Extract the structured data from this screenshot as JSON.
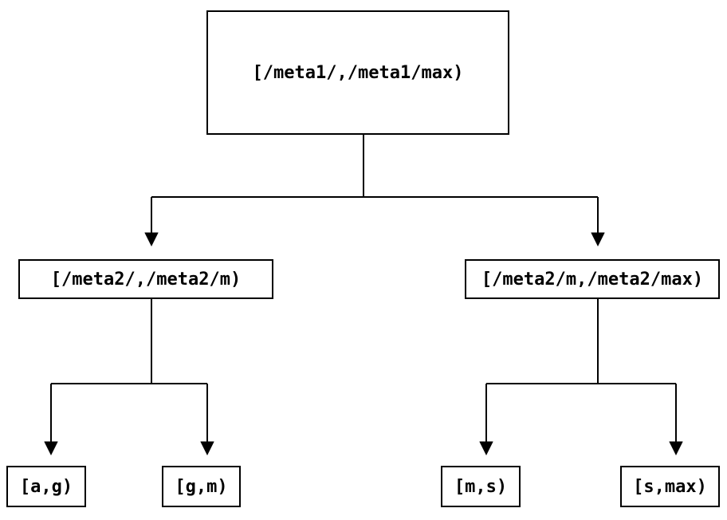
{
  "diagram": {
    "type": "tree",
    "colors": {
      "background": "#ffffff",
      "line": "#000000",
      "text": "#000000"
    },
    "nodes": {
      "root": {
        "label": "[/meta1/,/meta1/max)"
      },
      "meta2_low": {
        "label": "[/meta2/,/meta2/m)"
      },
      "meta2_high": {
        "label": "[/meta2/m,/meta2/max)"
      },
      "ag": {
        "label": "[a,g)"
      },
      "gm": {
        "label": "[g,m)"
      },
      "ms": {
        "label": "[m,s)"
      },
      "smax": {
        "label": "[s,max)"
      }
    },
    "edges": [
      {
        "from": "root",
        "to": "meta2_low"
      },
      {
        "from": "root",
        "to": "meta2_high"
      },
      {
        "from": "meta2_low",
        "to": "ag"
      },
      {
        "from": "meta2_low",
        "to": "gm"
      },
      {
        "from": "meta2_high",
        "to": "ms"
      },
      {
        "from": "meta2_high",
        "to": "smax"
      }
    ]
  }
}
